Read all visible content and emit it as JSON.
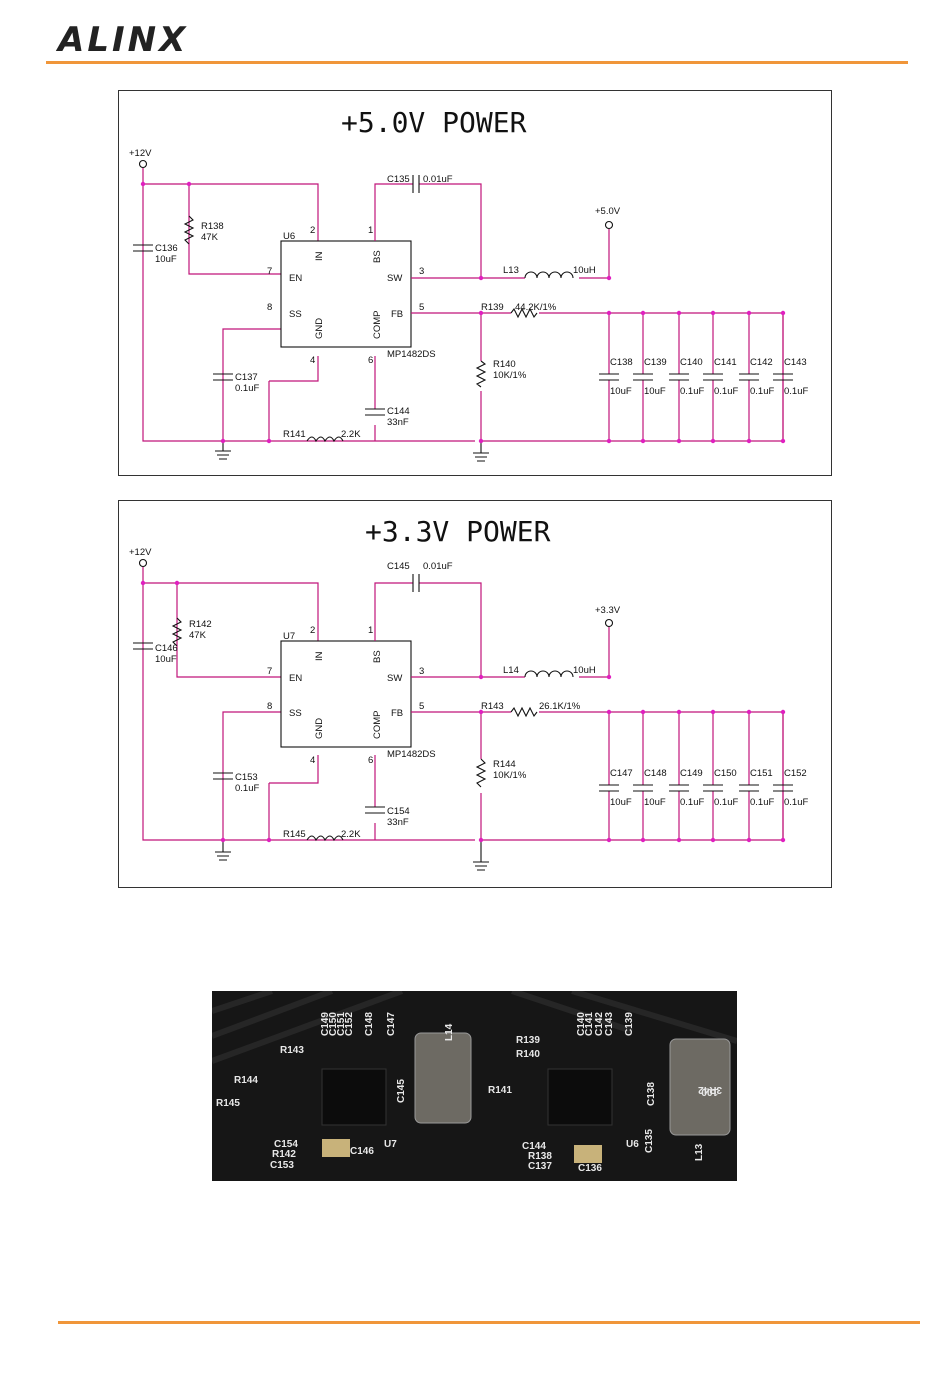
{
  "header": {
    "logo_text": "ALINX",
    "accent_color": "#f0963a"
  },
  "panel1": {
    "title": "+5.0V POWER",
    "vin_label": "+12V",
    "vout_label": "+5.0V",
    "chip": {
      "ref": "U6",
      "part": "MP1482DS",
      "pins": {
        "in": "IN",
        "bs": "BS",
        "en": "EN",
        "sw": "SW",
        "ss": "SS",
        "gnd": "GND",
        "comp": "COMP",
        "fb": "FB"
      },
      "pin_numbers": {
        "p1": "1",
        "p2": "2",
        "p3": "3",
        "p4": "4",
        "p5": "5",
        "p6": "6",
        "p7": "7",
        "p8": "8"
      }
    },
    "r_en": {
      "ref": "R138",
      "value": "47K"
    },
    "c_in": {
      "ref": "C136",
      "value": "10uF"
    },
    "c_ss": {
      "ref": "C137",
      "value": "0.1uF"
    },
    "c_bs": {
      "ref": "C135",
      "value": "0.01uF"
    },
    "inductor": {
      "ref": "L13",
      "value": "10uH"
    },
    "r_fb_top": {
      "ref": "R139",
      "value": "44.2K/1%"
    },
    "r_fb_bot": {
      "ref": "R140",
      "value": "10K/1%"
    },
    "r_comp": {
      "ref": "R141",
      "value": "2.2K"
    },
    "c_comp": {
      "ref": "C144",
      "value": "33nF"
    },
    "out_caps": [
      {
        "ref": "C138",
        "value": "10uF"
      },
      {
        "ref": "C139",
        "value": "10uF"
      },
      {
        "ref": "C140",
        "value": "0.1uF"
      },
      {
        "ref": "C141",
        "value": "0.1uF"
      },
      {
        "ref": "C142",
        "value": "0.1uF"
      },
      {
        "ref": "C143",
        "value": "0.1uF"
      }
    ]
  },
  "panel2": {
    "title": "+3.3V POWER",
    "vin_label": "+12V",
    "vout_label": "+3.3V",
    "chip": {
      "ref": "U7",
      "part": "MP1482DS",
      "pins": {
        "in": "IN",
        "bs": "BS",
        "en": "EN",
        "sw": "SW",
        "ss": "SS",
        "gnd": "GND",
        "comp": "COMP",
        "fb": "FB"
      },
      "pin_numbers": {
        "p1": "1",
        "p2": "2",
        "p3": "3",
        "p4": "4",
        "p5": "5",
        "p6": "6",
        "p7": "7",
        "p8": "8"
      }
    },
    "r_en": {
      "ref": "R142",
      "value": "47K"
    },
    "c_in": {
      "ref": "C146",
      "value": "10uF"
    },
    "c_ss": {
      "ref": "C153",
      "value": "0.1uF"
    },
    "c_bs": {
      "ref": "C145",
      "value": "0.01uF"
    },
    "inductor": {
      "ref": "L14",
      "value": "10uH"
    },
    "r_fb_top": {
      "ref": "R143",
      "value": "26.1K/1%"
    },
    "r_fb_bot": {
      "ref": "R144",
      "value": "10K/1%"
    },
    "r_comp": {
      "ref": "R145",
      "value": "2.2K"
    },
    "c_comp": {
      "ref": "C154",
      "value": "33nF"
    },
    "out_caps": [
      {
        "ref": "C147",
        "value": "10uF"
      },
      {
        "ref": "C148",
        "value": "10uF"
      },
      {
        "ref": "C149",
        "value": "0.1uF"
      },
      {
        "ref": "C150",
        "value": "0.1uF"
      },
      {
        "ref": "C151",
        "value": "0.1uF"
      },
      {
        "ref": "C152",
        "value": "0.1uF"
      }
    ]
  },
  "photo": {
    "left_labels": [
      "R143",
      "R144",
      "R145",
      "C154",
      "R142",
      "C153",
      "C146",
      "U7",
      "C145",
      "L14",
      "C149",
      "C150",
      "C151",
      "C152",
      "C148",
      "C147"
    ],
    "right_labels": [
      "R139",
      "R140",
      "R141",
      "C144",
      "R138",
      "C137",
      "C136",
      "U6",
      "C135",
      "C138",
      "L13",
      "C140",
      "C141",
      "C142",
      "C143",
      "C139"
    ],
    "inductor_marking_top": "100",
    "inductor_marking_bottom": "3R42"
  }
}
